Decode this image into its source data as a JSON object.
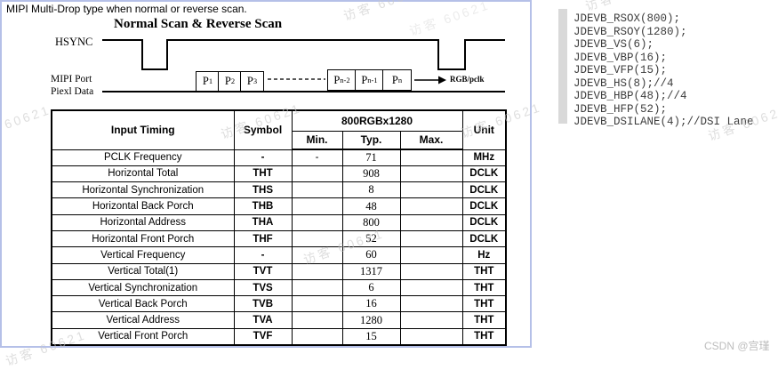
{
  "page": {
    "title": "MIPI Multi-Drop type when normal or reverse scan.",
    "visitor_watermark": "访客 60621",
    "csdn_watermark": "CSDN @宫瑾"
  },
  "diagram": {
    "title": "Normal Scan & Reverse Scan",
    "hsync_label": "HSYNC",
    "port_label_line1": "MIPI Port",
    "port_label_line2": "Piexl Data",
    "arrow_label": "RGB/pclk",
    "start_boxes": [
      {
        "base": "P",
        "sub": "1"
      },
      {
        "base": "P",
        "sub": "2"
      },
      {
        "base": "P",
        "sub": "3"
      }
    ],
    "end_boxes": [
      {
        "base": "P",
        "sub": "n-2"
      },
      {
        "base": "P",
        "sub": "n-1"
      },
      {
        "base": "P",
        "sub": "n"
      }
    ]
  },
  "table": {
    "col_input_timing": "Input Timing",
    "col_symbol": "Symbol",
    "col_group": "800RGBx1280",
    "col_min": "Min.",
    "col_typ": "Typ.",
    "col_max": "Max.",
    "col_unit": "Unit",
    "rows": [
      {
        "label": "PCLK Frequency",
        "symbol": "-",
        "min": "-",
        "typ": "71",
        "max": "",
        "unit": "MHz"
      },
      {
        "label": "Horizontal Total",
        "symbol": "THT",
        "min": "",
        "typ": "908",
        "max": "",
        "unit": "DCLK"
      },
      {
        "label": "Horizontal Synchronization",
        "symbol": "THS",
        "min": "",
        "typ": "8",
        "max": "",
        "unit": "DCLK"
      },
      {
        "label": "Horizontal Back Porch",
        "symbol": "THB",
        "min": "",
        "typ": "48",
        "max": "",
        "unit": "DCLK"
      },
      {
        "label": "Horizontal Address",
        "symbol": "THA",
        "min": "",
        "typ": "800",
        "max": "",
        "unit": "DCLK"
      },
      {
        "label": "Horizontal Front Porch",
        "symbol": "THF",
        "min": "",
        "typ": "52",
        "max": "",
        "unit": "DCLK"
      },
      {
        "label": "Vertical Frequency",
        "symbol": "-",
        "min": "",
        "typ": "60",
        "max": "",
        "unit": "Hz"
      },
      {
        "label": "Vertical Total(1)",
        "symbol": "TVT",
        "min": "",
        "typ": "1317",
        "max": "",
        "unit": "THT"
      },
      {
        "label": "Vertical Synchronization",
        "symbol": "TVS",
        "min": "",
        "typ": "6",
        "max": "",
        "unit": "THT"
      },
      {
        "label": "Vertical Back Porch",
        "symbol": "TVB",
        "min": "",
        "typ": "16",
        "max": "",
        "unit": "THT"
      },
      {
        "label": "Vertical Address",
        "symbol": "TVA",
        "min": "",
        "typ": "1280",
        "max": "",
        "unit": "THT"
      },
      {
        "label": "Vertical Front Porch",
        "symbol": "TVF",
        "min": "",
        "typ": "15",
        "max": "",
        "unit": "THT"
      }
    ]
  },
  "code": {
    "lines": [
      "JDEVB_RSOX(800);",
      "JDEVB_RSOY(1280);",
      "JDEVB_VS(6);",
      "JDEVB_VBP(16);",
      "JDEVB_VFP(15);",
      "JDEVB_HS(8);//4",
      "JDEVB_HBP(48);//4",
      "JDEVB_HFP(52);",
      "JDEVB_DSILANE(4);//DSI Lane"
    ]
  },
  "colors": {
    "frame_border": "#b5c0e8",
    "code_bar": "#d9d9d9",
    "table_border": "#000000",
    "watermark": "#c8c8c8",
    "code_text": "#3d3d3d"
  }
}
